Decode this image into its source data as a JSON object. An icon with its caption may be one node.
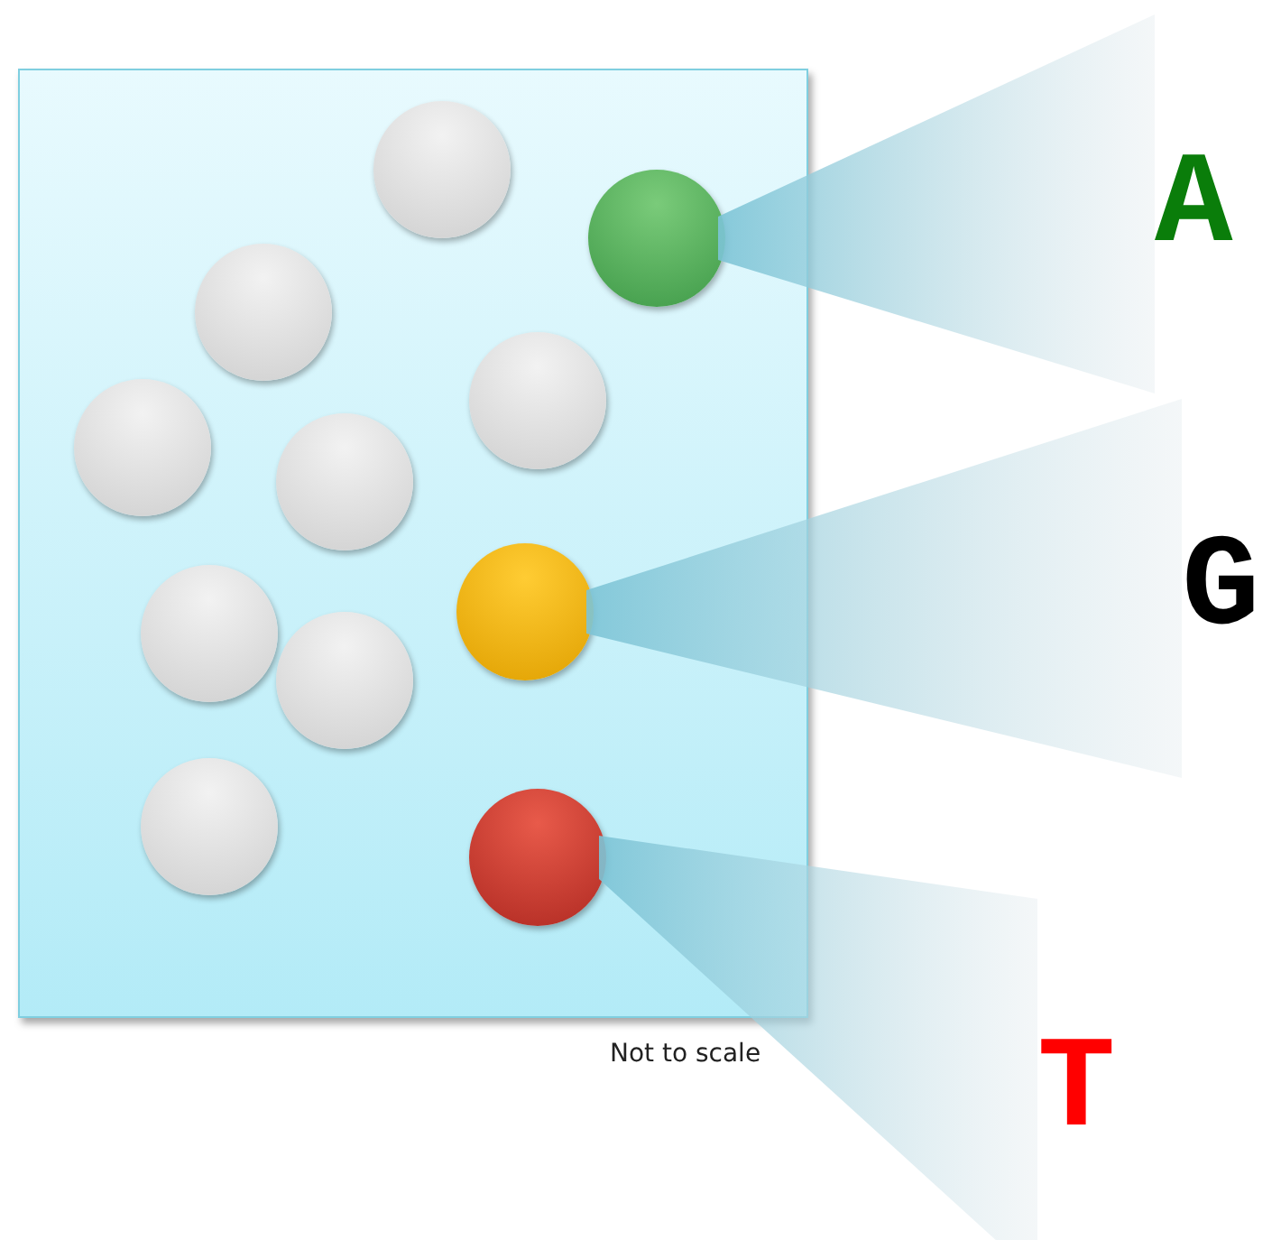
{
  "diagram": {
    "nodes": [
      {
        "text": [],
        "shape": "box"
      },
      {
        "text": [],
        "shape": "circle",
        "in": 0
      },
      {
        "text": [],
        "shape": "circle",
        "in": 0
      },
      {
        "text": [],
        "shape": "circle",
        "in": 0
      },
      {
        "text": [],
        "shape": "circle",
        "in": 0
      },
      {
        "text": [],
        "shape": "circle",
        "in": 0
      },
      {
        "text": [],
        "shape": "circle",
        "in": 0
      },
      {
        "text": [],
        "shape": "circle",
        "in": 0
      },
      {
        "text": [],
        "shape": "circle",
        "in": 0
      },
      {
        "text": [],
        "shape": "circle",
        "in": 0
      },
      {
        "text": [],
        "shape": "circle",
        "in": 0
      },
      {
        "text": [],
        "shape": "circle",
        "in": 0
      },
      {
        "text": [
          "A"
        ]
      },
      {
        "text": [
          "G"
        ]
      },
      {
        "text": [
          "T"
        ]
      }
    ],
    "edges": [
      {
        "from": 2,
        "to": 12,
        "arrow": "none"
      },
      {
        "from": 7,
        "to": 13,
        "arrow": "none"
      },
      {
        "from": 11,
        "to": 14,
        "arrow": "none"
      }
    ],
    "labels": [
      "Not to scale"
    ]
  }
}
